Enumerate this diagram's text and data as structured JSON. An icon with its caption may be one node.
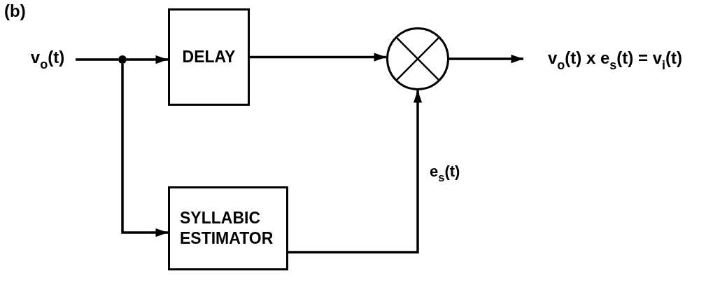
{
  "diagram": {
    "nodes": [
      {
        "text": [
          "v$_{o}$(t)"
        ]
      },
      {
        "text": [],
        "shape": "circle"
      },
      {
        "text": [
          "DELAY"
        ]
      },
      {
        "text": [
          "SYLLABIC ESTIMATOR"
        ]
      },
      {
        "text": [],
        "shape": "circle"
      },
      {
        "text": [
          "v$_{o}$(t) x e$_{s}$(t) = v$_{i}$(t)"
        ]
      }
    ],
    "edges": [
      {
        "from": 0,
        "to": 1,
        "arrow": "none"
      },
      {
        "from": 1,
        "to": 2,
        "arrow": "to"
      },
      {
        "from": 1,
        "to": 3,
        "arrow": "to"
      },
      {
        "from": 2,
        "to": 4,
        "arrow": "to"
      },
      {
        "from": 3,
        "to": 4,
        "arrow": "to",
        "label": "e$_{s}$(t)"
      },
      {
        "from": 4,
        "to": 5,
        "arrow": "to"
      }
    ],
    "labels": [
      "(b)"
    ]
  }
}
